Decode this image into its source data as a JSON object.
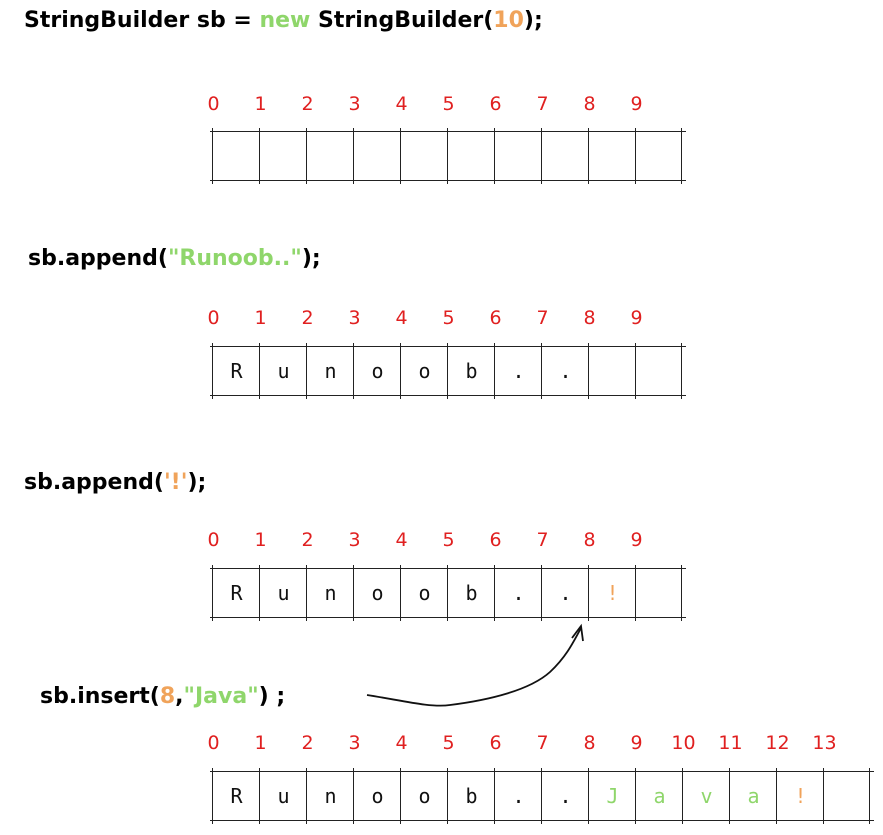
{
  "step1": {
    "code_a": "StringBuilder sb = ",
    "code_new": "new",
    "code_b": " StringBuilder(",
    "code_num": "10",
    "code_c": ");",
    "indices": [
      "0",
      "1",
      "2",
      "3",
      "4",
      "5",
      "6",
      "7",
      "8",
      "9"
    ],
    "cells": [
      "",
      "",
      "",
      "",
      "",
      "",
      "",
      "",
      "",
      ""
    ]
  },
  "step2": {
    "code_a": "sb.append(",
    "code_str": "\"Runoob..\"",
    "code_c": ");",
    "indices": [
      "0",
      "1",
      "2",
      "3",
      "4",
      "5",
      "6",
      "7",
      "8",
      "9"
    ],
    "cells": [
      "R",
      "u",
      "n",
      "o",
      "o",
      "b",
      ".",
      ".",
      "",
      ""
    ]
  },
  "step3": {
    "code_a": "sb.append(",
    "code_chr": "'!'",
    "code_c": ");",
    "indices": [
      "0",
      "1",
      "2",
      "3",
      "4",
      "5",
      "6",
      "7",
      "8",
      "9"
    ],
    "cells": [
      "R",
      "u",
      "n",
      "o",
      "o",
      "b",
      ".",
      ".",
      "!",
      ""
    ]
  },
  "step4": {
    "code_a": "sb.insert(",
    "code_num": "8",
    "code_comma": ",",
    "code_str": "\"Java\"",
    "code_c": ") ;",
    "indices": [
      "0",
      "1",
      "2",
      "3",
      "4",
      "5",
      "6",
      "7",
      "8",
      "9",
      "10",
      "11",
      "12",
      "13"
    ],
    "cells": [
      "R",
      "u",
      "n",
      "o",
      "o",
      "b",
      ".",
      ".",
      "J",
      "a",
      "v",
      "a",
      "!",
      ""
    ]
  },
  "colors": {
    "index": "#e02020",
    "keyword": "#8fd66b",
    "number": "#f0a35a",
    "inserted": "#8fd66b",
    "appended": "#f0a35a"
  }
}
